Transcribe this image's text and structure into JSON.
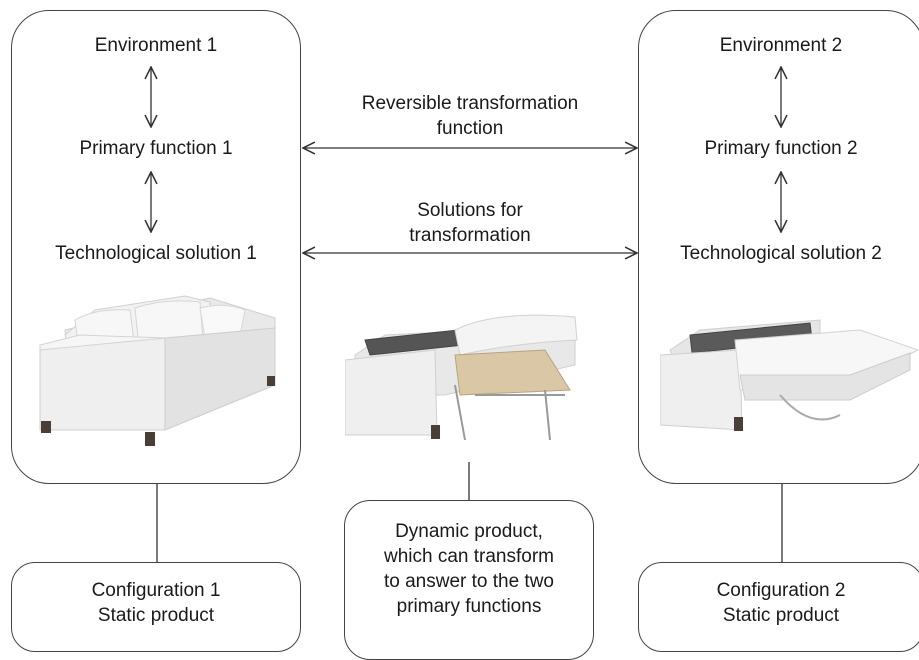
{
  "left": {
    "environment": "Environment 1",
    "primary_function": "Primary function 1",
    "solution": "Technological solution 1",
    "configuration": [
      "Configuration 1",
      "Static product"
    ]
  },
  "right": {
    "environment": "Environment 2",
    "primary_function": "Primary function 2",
    "solution": "Technological solution 2",
    "configuration": [
      "Configuration 2",
      "Static product"
    ]
  },
  "center": {
    "transformation_function": [
      "Reversible transformation",
      "function"
    ],
    "solutions_label": [
      "Solutions for",
      "transformation"
    ],
    "dynamic_product": [
      "Dynamic product,",
      "which can transform",
      "to answer to the two",
      "primary functions"
    ]
  },
  "images": {
    "left": "sofa-icon",
    "center": "sofa-bed-transforming-icon",
    "right": "sofa-bed-open-icon"
  },
  "colors": {
    "line": "#333333",
    "sofa": "#eeeeee",
    "sofa_shadow": "#c9c9c9",
    "leg": "#4a3f38"
  }
}
